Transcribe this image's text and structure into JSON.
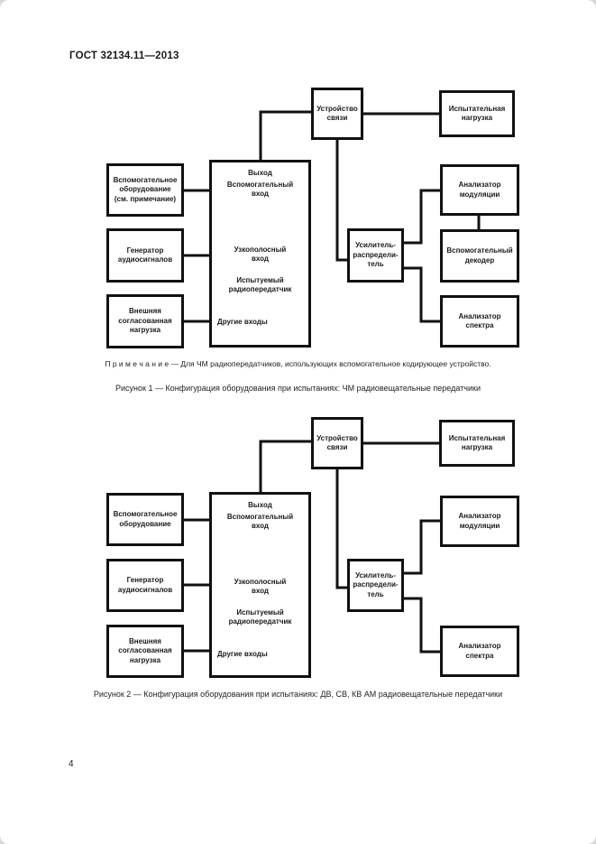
{
  "page": {
    "header": "ГОСТ 32134.11—2013",
    "page_number": "4"
  },
  "figure1": {
    "boxes": {
      "aux_equipment": "Вспомогательное\nоборудование\n(см. примечание)",
      "audio_generator": "Генератор\nаудиосигналов",
      "external_matched_load": "Внешняя\nсогласованная\nнагрузка",
      "coupling_device": "Устройство\nсвязи",
      "test_load": "Испытательная\nнагрузка",
      "amplifier_distributor": "Усилитель-\nраспредели-\nтель",
      "modulation_analyzer": "Анализатор\nмодуляции",
      "aux_decoder": "Вспомогательный\nдекодер",
      "spectrum_analyzer": "Анализатор\nспектра",
      "transmitter": {
        "output": "Выход",
        "aux_input": "Вспомогательный\nвход",
        "narrowband_input": "Узкополосный\nвход",
        "device_under_test": "Испытуемый\nрадиопередатчик",
        "other_inputs": "Другие входы"
      }
    },
    "note": "П р и м е ч а н и е  —  Для ЧМ радиопередатчиков, использующих вспомогательное кодирующее устройство.",
    "caption": "Рисунок  1 — Конфигурация оборудования при испытаниях: ЧМ радиовещательные передатчики"
  },
  "figure2": {
    "boxes": {
      "aux_equipment": "Вспомогательное\nоборудование",
      "audio_generator": "Генератор\nаудиосигналов",
      "external_matched_load": "Внешняя\nсогласованная\nнагрузка",
      "coupling_device": "Устройство\nсвязи",
      "test_load": "Испытательная\nнагрузка",
      "amplifier_distributor": "Усилитель-\nраспредели-\nтель",
      "modulation_analyzer": "Анализатор\nмодуляции",
      "spectrum_analyzer": "Анализатор\nспектра",
      "transmitter": {
        "output": "Выход",
        "aux_input": "Вспомогательный\nвход",
        "narrowband_input": "Узкополосный\nвход",
        "device_under_test": "Испытуемый\nрадиопередатчик",
        "other_inputs": "Другие входы"
      }
    },
    "caption": "Рисунок  2 — Конфигурация оборудования при испытаниях: ДВ, СВ, КВ АМ радиовещательные передатчики"
  }
}
